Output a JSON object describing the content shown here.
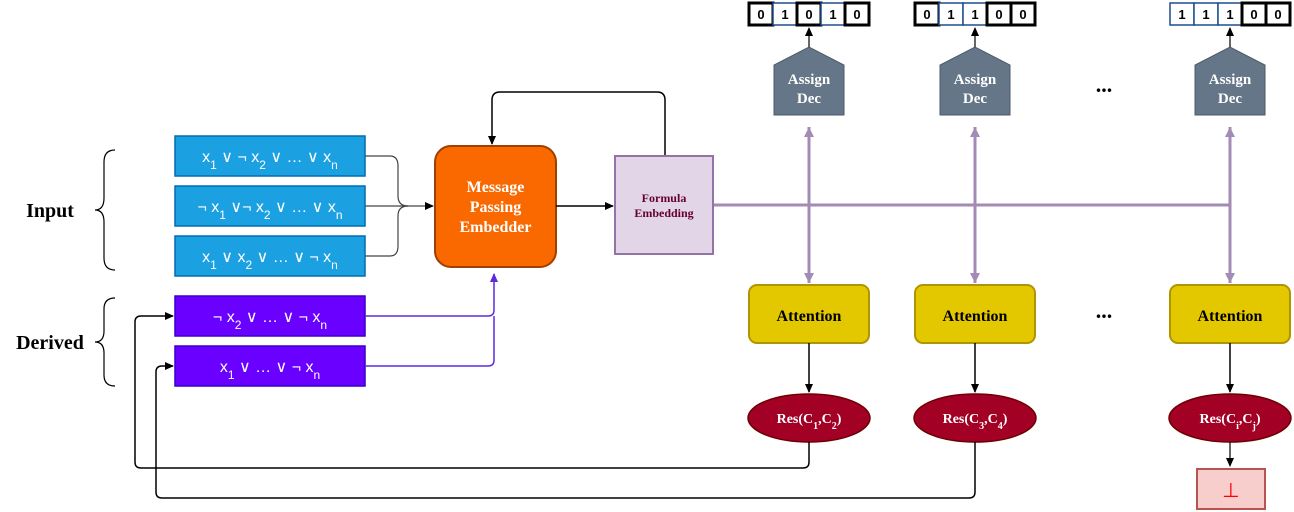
{
  "labels": {
    "input": "Input",
    "derived": "Derived"
  },
  "input_clauses": [
    [
      "x",
      "1",
      " ∨ ¬ x",
      "2",
      " ∨ … ∨ x",
      "n"
    ],
    [
      "¬ x",
      "1",
      " ∨¬ x",
      "2",
      " ∨ … ∨ x",
      "n"
    ],
    [
      "x",
      "1",
      " ∨ x",
      "2",
      " ∨ … ∨ ¬ x",
      "n"
    ]
  ],
  "derived_clauses": [
    [
      "¬ x",
      "2",
      " ∨ … ∨ ¬ x",
      "n"
    ],
    [
      "x",
      "1",
      " ∨ … ∨ ¬ x",
      "n"
    ]
  ],
  "embedder": {
    "line1": "Message",
    "line2": "Passing",
    "line3": "Embedder"
  },
  "formula_embedding": {
    "line1": "Formula",
    "line2": "Embedding"
  },
  "decoders": [
    {
      "line1": "Assign",
      "line2": "Dec",
      "bits": [
        "0",
        "1",
        "0",
        "1",
        "0"
      ]
    },
    {
      "line1": "Assign",
      "line2": "Dec",
      "bits": [
        "0",
        "1",
        "1",
        "0",
        "0"
      ]
    },
    {
      "line1": "Assign",
      "line2": "Dec",
      "bits": [
        "1",
        "1",
        "1",
        "0",
        "0"
      ]
    }
  ],
  "attention_label": "Attention",
  "resolutions": [
    {
      "text": "Res(C",
      "a": "1",
      "mid": ",C",
      "b": "2",
      "end": ")"
    },
    {
      "text": "Res(C",
      "a": "3",
      "mid": ",C",
      "b": "4",
      "end": ")"
    },
    {
      "text": "Res(C",
      "a": "i",
      "mid": ",C",
      "b": "j",
      "end": ")"
    }
  ],
  "ellipsis": "...",
  "bottom_symbol": "⊥",
  "colors": {
    "clause_blue": "#1ba1e2",
    "derived_purple": "#6a00ff",
    "embedder_orange": "#fa6800",
    "formula_lilac": "#e1d5e7",
    "formula_border": "#9673a6",
    "decoder_slate": "#647687",
    "attention_yellow": "#e3c800",
    "res_red": "#a20025",
    "purple_line": "#a38bb5",
    "bottom_fill": "#f8cecc",
    "bottom_border": "#b85450",
    "bottom_text": "#ff0000"
  }
}
